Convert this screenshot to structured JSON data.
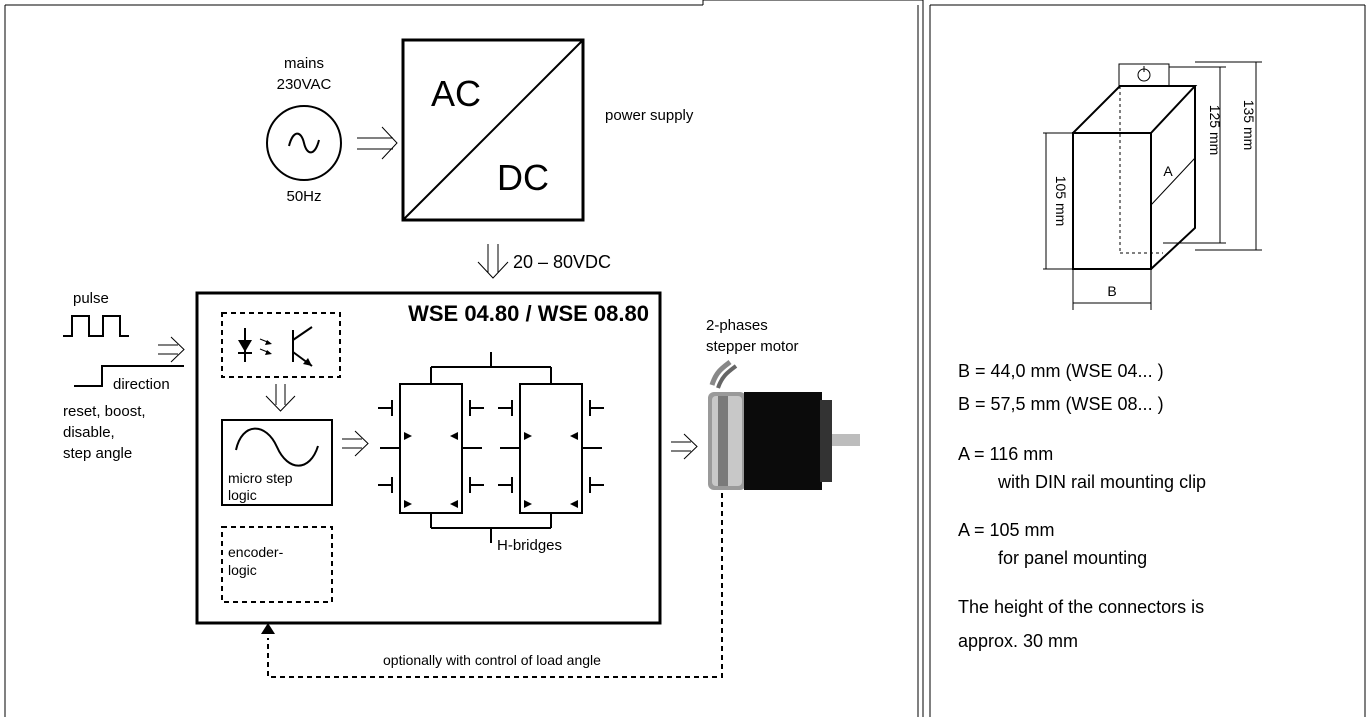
{
  "block_diagram": {
    "mains_label": "mains",
    "voltage_label": "230VAC",
    "frequency_label": "50Hz",
    "ac_label": "AC",
    "dc_label": "DC",
    "power_supply_label": "power supply",
    "dc_voltage_label": "20 – 80VDC",
    "driver_title": "WSE 04.80 / WSE 08.80",
    "pulse_label": "pulse",
    "direction_label": "direction",
    "inputs_lines": [
      "reset, boost,",
      "disable,",
      "step angle"
    ],
    "micro_step_lines": [
      "micro step",
      "logic"
    ],
    "encoder_lines": [
      "encoder-",
      "logic"
    ],
    "h_bridges_label": "H-bridges",
    "motor_lines": [
      "2-phases",
      "stepper motor"
    ],
    "load_angle_label": "optionally with control of load angle"
  },
  "dimension_drawing": {
    "dim_b": "B",
    "dim_a": "A",
    "dim_105": "105 mm",
    "dim_125": "125 mm",
    "dim_135": "135 mm"
  },
  "specs": {
    "b_wse04": "B = 44,0 mm (WSE 04... )",
    "b_wse08": "B = 57,5 mm (WSE 08... )",
    "a_din": "A = 116 mm",
    "a_din_note": "with DIN rail mounting clip",
    "a_panel": "A = 105 mm",
    "a_panel_note": "for panel mounting",
    "connector_lines": [
      "The height of the connectors is",
      "approx. 30 mm"
    ]
  }
}
